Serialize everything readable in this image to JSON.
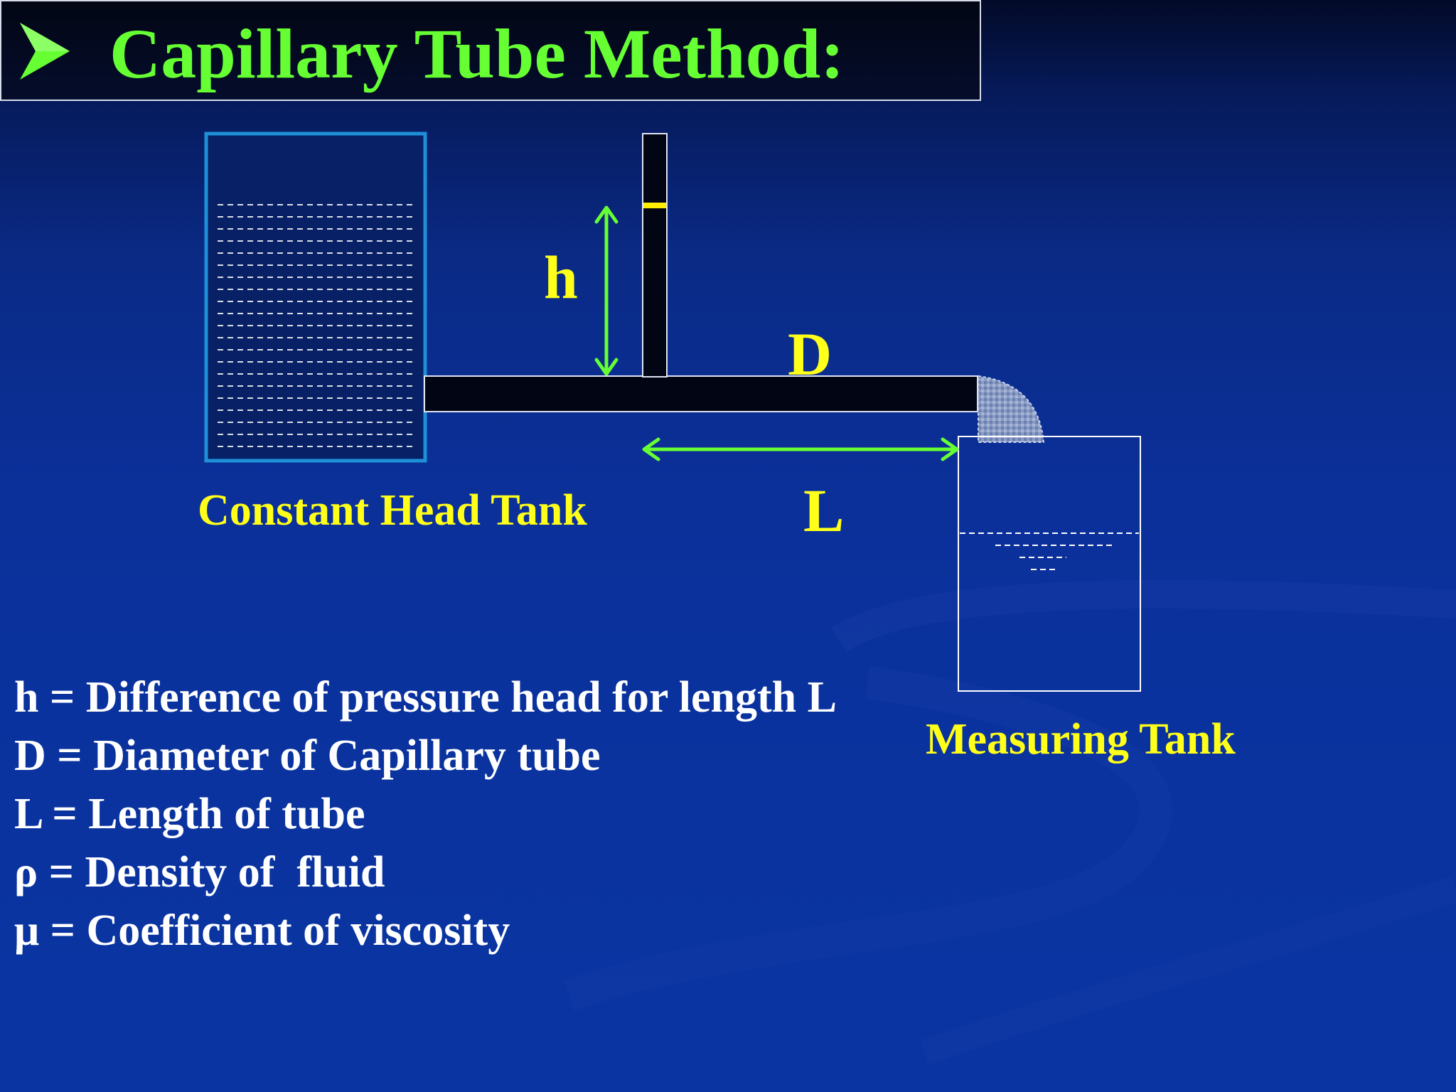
{
  "slide": {
    "title": "Capillary Tube Method:",
    "bullet_icon": "arrow-bullet-icon"
  },
  "diagram": {
    "labels": {
      "h": "h",
      "d": "D",
      "l": "L",
      "constant_head_tank": "Constant Head Tank",
      "measuring_tank": "Measuring Tank"
    }
  },
  "definitions": [
    "h = Difference of pressure head for length L",
    "D = Diameter of Capillary tube",
    "L = Length of tube",
    "ρ = Density of  fluid",
    "μ = Coefficient of viscosity"
  ],
  "colors": {
    "title": "#66ff33",
    "labels": "#ffff1a",
    "arrows": "#66ff33",
    "text": "#ffffff",
    "tank_outline": "#1e90d8",
    "background": "#0a2f98"
  }
}
